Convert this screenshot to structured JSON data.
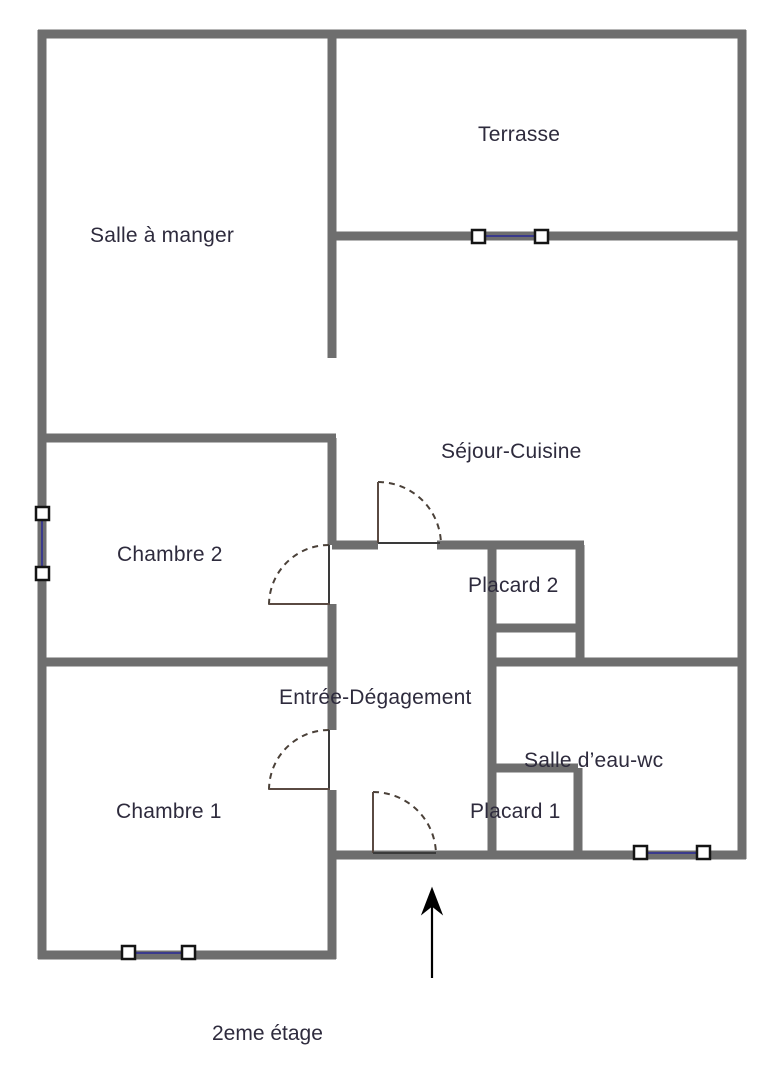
{
  "plan": {
    "caption": "2eme étage",
    "colors": {
      "wall": "#6e6e6e",
      "window_frame": "#141414",
      "window_glass": "#3a3a8c",
      "door_leaf": "#5a4a42",
      "door_swing": "#4a4038",
      "label_text": "#2e2b3d",
      "background": "#ffffff",
      "entry_arrow": "#000000"
    },
    "rooms": [
      {
        "id": "terrasse",
        "label": "Terrasse"
      },
      {
        "id": "salle-a-manger",
        "label": "Salle à manger"
      },
      {
        "id": "sejour-cuisine",
        "label": "Séjour-Cuisine"
      },
      {
        "id": "chambre-2",
        "label": "Chambre 2"
      },
      {
        "id": "placard-2",
        "label": "Placard 2"
      },
      {
        "id": "entree-degagement",
        "label": "Entrée-Dégagement"
      },
      {
        "id": "salle-d-eau-wc",
        "label": "Salle d’eau-wc"
      },
      {
        "id": "placard-1",
        "label": "Placard 1"
      },
      {
        "id": "chambre-1",
        "label": "Chambre 1"
      }
    ],
    "windows": [
      {
        "id": "window-terrasse-south",
        "orientation": "horizontal"
      },
      {
        "id": "window-chambre2-west",
        "orientation": "vertical"
      },
      {
        "id": "window-chambre1-south",
        "orientation": "horizontal"
      },
      {
        "id": "window-salledeau-south",
        "orientation": "horizontal"
      }
    ],
    "doors": [
      {
        "id": "door-sejour",
        "swing": "quarter-arc"
      },
      {
        "id": "door-chambre2",
        "swing": "quarter-arc"
      },
      {
        "id": "door-chambre1",
        "swing": "quarter-arc"
      },
      {
        "id": "door-entry",
        "swing": "quarter-arc"
      }
    ],
    "entry_marker": {
      "id": "entry-arrow",
      "direction": "up"
    }
  }
}
